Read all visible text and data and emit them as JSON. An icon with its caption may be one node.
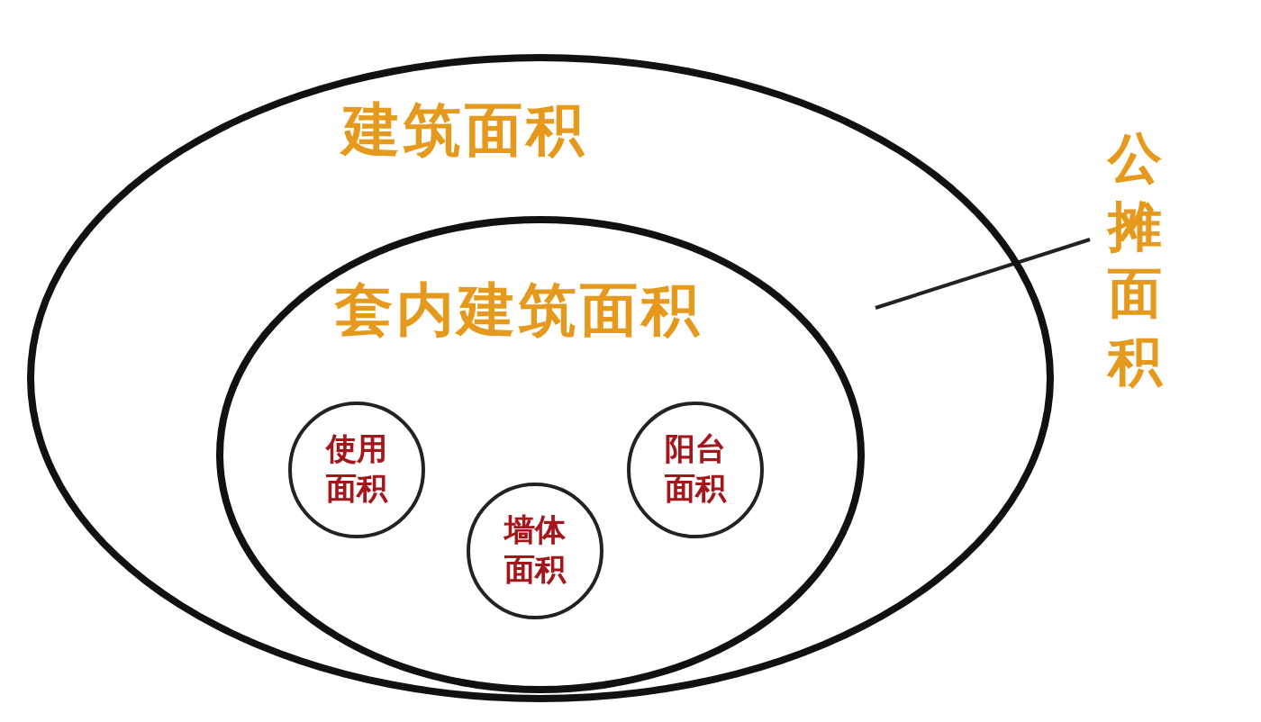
{
  "diagram": {
    "nodes": [
      {
        "text": [
          "建筑面积"
        ]
      },
      {
        "text": [
          "套内建筑面积"
        ],
        "in": 0
      },
      {
        "text": [
          "使用面积"
        ],
        "in": 1
      },
      {
        "text": [
          "墙体面积"
        ],
        "in": 1
      },
      {
        "text": [
          "阳台面积"
        ],
        "in": 1
      },
      {
        "text": [
          "公摊面积"
        ]
      }
    ],
    "edges": [
      {
        "from": 5,
        "to": 0,
        "arrow": "none"
      }
    ]
  }
}
